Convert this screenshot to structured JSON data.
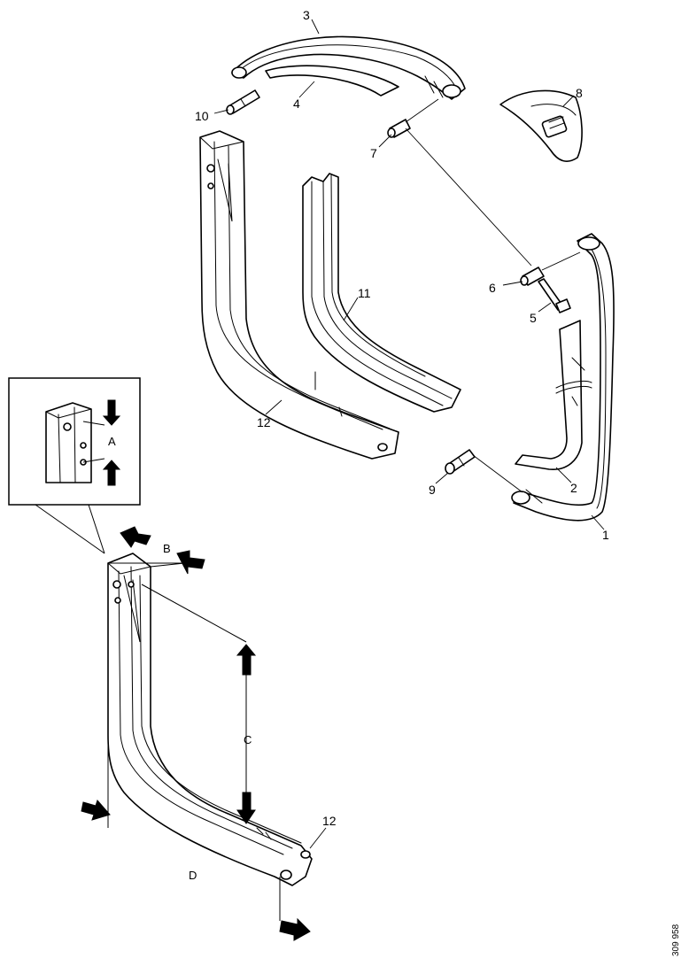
{
  "callouts": {
    "c1": "1",
    "c2": "2",
    "c3": "3",
    "c4": "4",
    "c5": "5",
    "c6": "6",
    "c7": "7",
    "c8": "8",
    "c9": "9",
    "c10": "10",
    "c11": "11",
    "c12_top": "12",
    "c12_bottom": "12"
  },
  "dimensions": {
    "A": "A",
    "B": "B",
    "C": "C",
    "D": "D"
  },
  "drawing_number": "309 958"
}
